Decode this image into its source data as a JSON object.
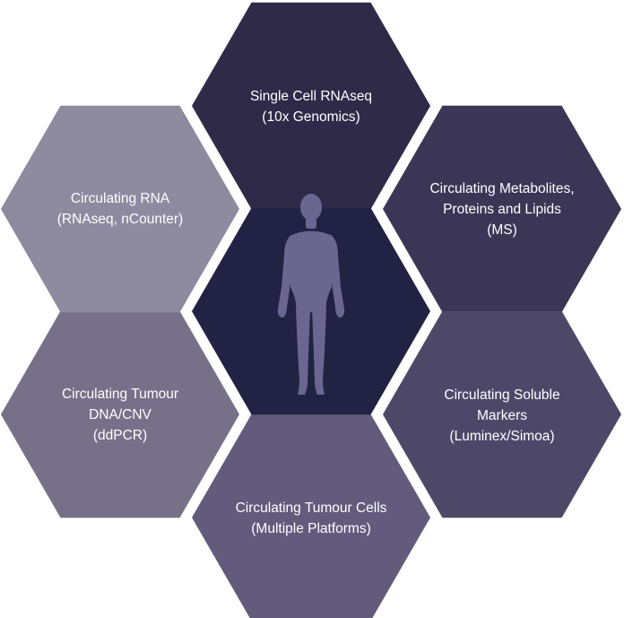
{
  "diagram": {
    "center": {
      "icon": "human-figure-icon",
      "color": "#222244",
      "figure_color": "#6b6690"
    },
    "hexagons": [
      {
        "id": "single-cell",
        "color": "#2f2a48",
        "lines": [
          "Single Cell RNAseq",
          "(10x Genomics)"
        ]
      },
      {
        "id": "metabolites",
        "color": "#3c3656",
        "lines": [
          "Circulating Metabolites,",
          "Proteins and Lipids",
          "(MS)"
        ]
      },
      {
        "id": "soluble-markers",
        "color": "#4e4868",
        "lines": [
          "Circulating Soluble",
          "Markers",
          "(Luminex/Simoa)"
        ]
      },
      {
        "id": "tumour-cells",
        "color": "#625b7c",
        "lines": [
          "Circulating Tumour Cells",
          "(Multiple Platforms)"
        ]
      },
      {
        "id": "tumour-dna",
        "color": "#777089",
        "lines": [
          "Circulating Tumour",
          "DNA/CNV",
          "(ddPCR)"
        ]
      },
      {
        "id": "circulating-rna",
        "color": "#8e8aa0",
        "lines": [
          "Circulating RNA",
          "(RNAseq, nCounter)"
        ]
      }
    ]
  }
}
